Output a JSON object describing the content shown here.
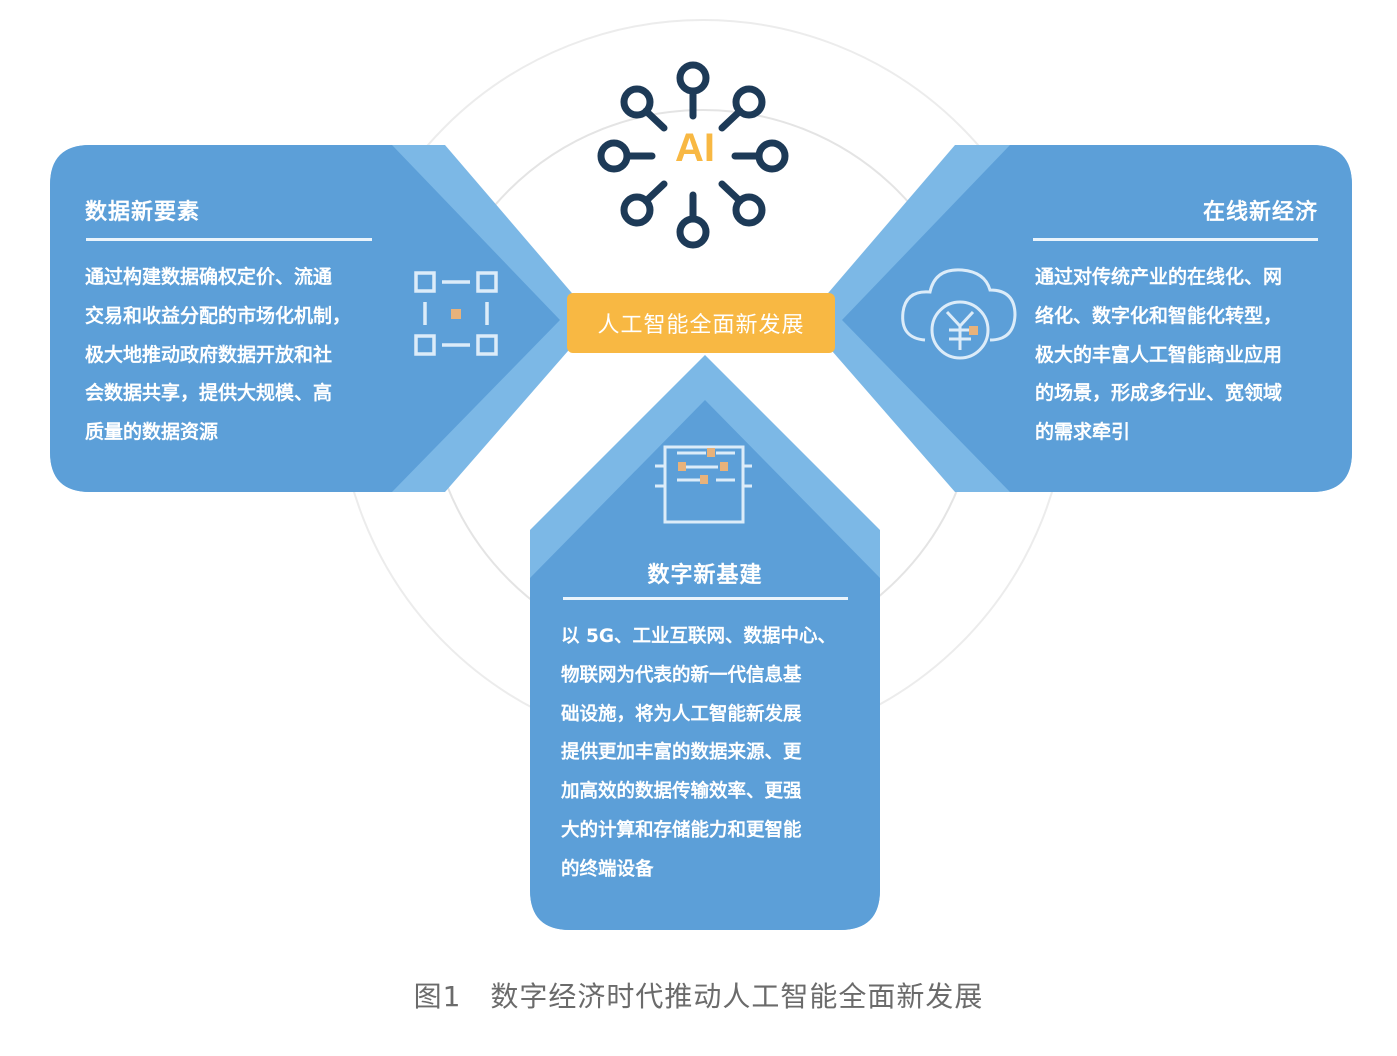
{
  "colors": {
    "panel_dark": "#5c9fd8",
    "panel_light": "#7cb8e6",
    "accent_orange": "#f8b843",
    "icon_navy": "#1d3a57",
    "arc_gray": "#e4e4e4"
  },
  "hub": {
    "icon_text": "AI",
    "label": "人工智能全面新发展"
  },
  "left_panel": {
    "title": "数据新要素",
    "icon": "network-nodes-icon",
    "lines": [
      "通过构建数据确权定价、流通",
      "交易和收益分配的市场化机制，",
      "极大地推动政府数据开放和社",
      "会数据共享，提供大规模、高",
      "质量的数据资源"
    ]
  },
  "right_panel": {
    "title": "在线新经济",
    "icon": "cloud-yuan-icon",
    "lines": [
      "通过对传统产业的在线化、网",
      "络化、数字化和智能化转型，",
      "极大的丰富人工智能商业应用",
      "的场景，形成多行业、宽领域",
      "的需求牵引"
    ]
  },
  "bottom_panel": {
    "title": "数字新基建",
    "icon": "circuit-board-icon",
    "lines": [
      "以 5G、工业互联网、数据中心、",
      "物联网为代表的新一代信息基",
      "础设施，将为人工智能新发展",
      "提供更加丰富的数据来源、更",
      "加高效的数据传输效率、更强",
      "大的计算和存储能力和更智能",
      "的终端设备"
    ]
  },
  "caption": "图1　数字经济时代推动人工智能全面新发展"
}
